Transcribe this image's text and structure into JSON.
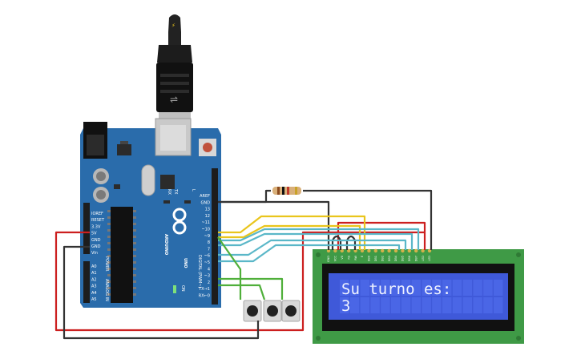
{
  "arduino": {
    "brand": "ARDUINO",
    "model": "UNO",
    "on_label": "ON",
    "tx_label": "TX",
    "rx_label": "RX",
    "l_label": "L",
    "power_header": "POWER",
    "analog_header": "ANALOG IN",
    "digital_header": "DIGITAL (PWM~)",
    "power_pins": [
      "IOREF",
      "RESET",
      "3.3V",
      "5V",
      "GND",
      "GND",
      "Vin"
    ],
    "analog_pins": [
      "A0",
      "A1",
      "A2",
      "A3",
      "A4",
      "A5"
    ],
    "digital_pins": [
      "AREF",
      "GND",
      "13",
      "12",
      "~11",
      "~10",
      "~9",
      "8",
      "7",
      "~6",
      "~5",
      "4",
      "~3",
      "2",
      "TX→1",
      "RX←0"
    ]
  },
  "lcd": {
    "line1": "Su turno es:",
    "line2": "3",
    "pins": [
      "GND",
      "VCC",
      "V0",
      "RS",
      "RW",
      "E",
      "DB0",
      "DB1",
      "DB2",
      "DB3",
      "DB4",
      "DB5",
      "DB6",
      "DB7",
      "LED",
      "LED"
    ]
  },
  "colors": {
    "board": "#2a6cab",
    "lcd_pcb": "#3f9a46",
    "lcd_screen": "#3f59d9",
    "wire_red": "#cc1f1f",
    "wire_black": "#333333",
    "wire_yellow": "#e9c51c",
    "wire_cyan": "#5ab7c8",
    "wire_green": "#4faf3a"
  }
}
